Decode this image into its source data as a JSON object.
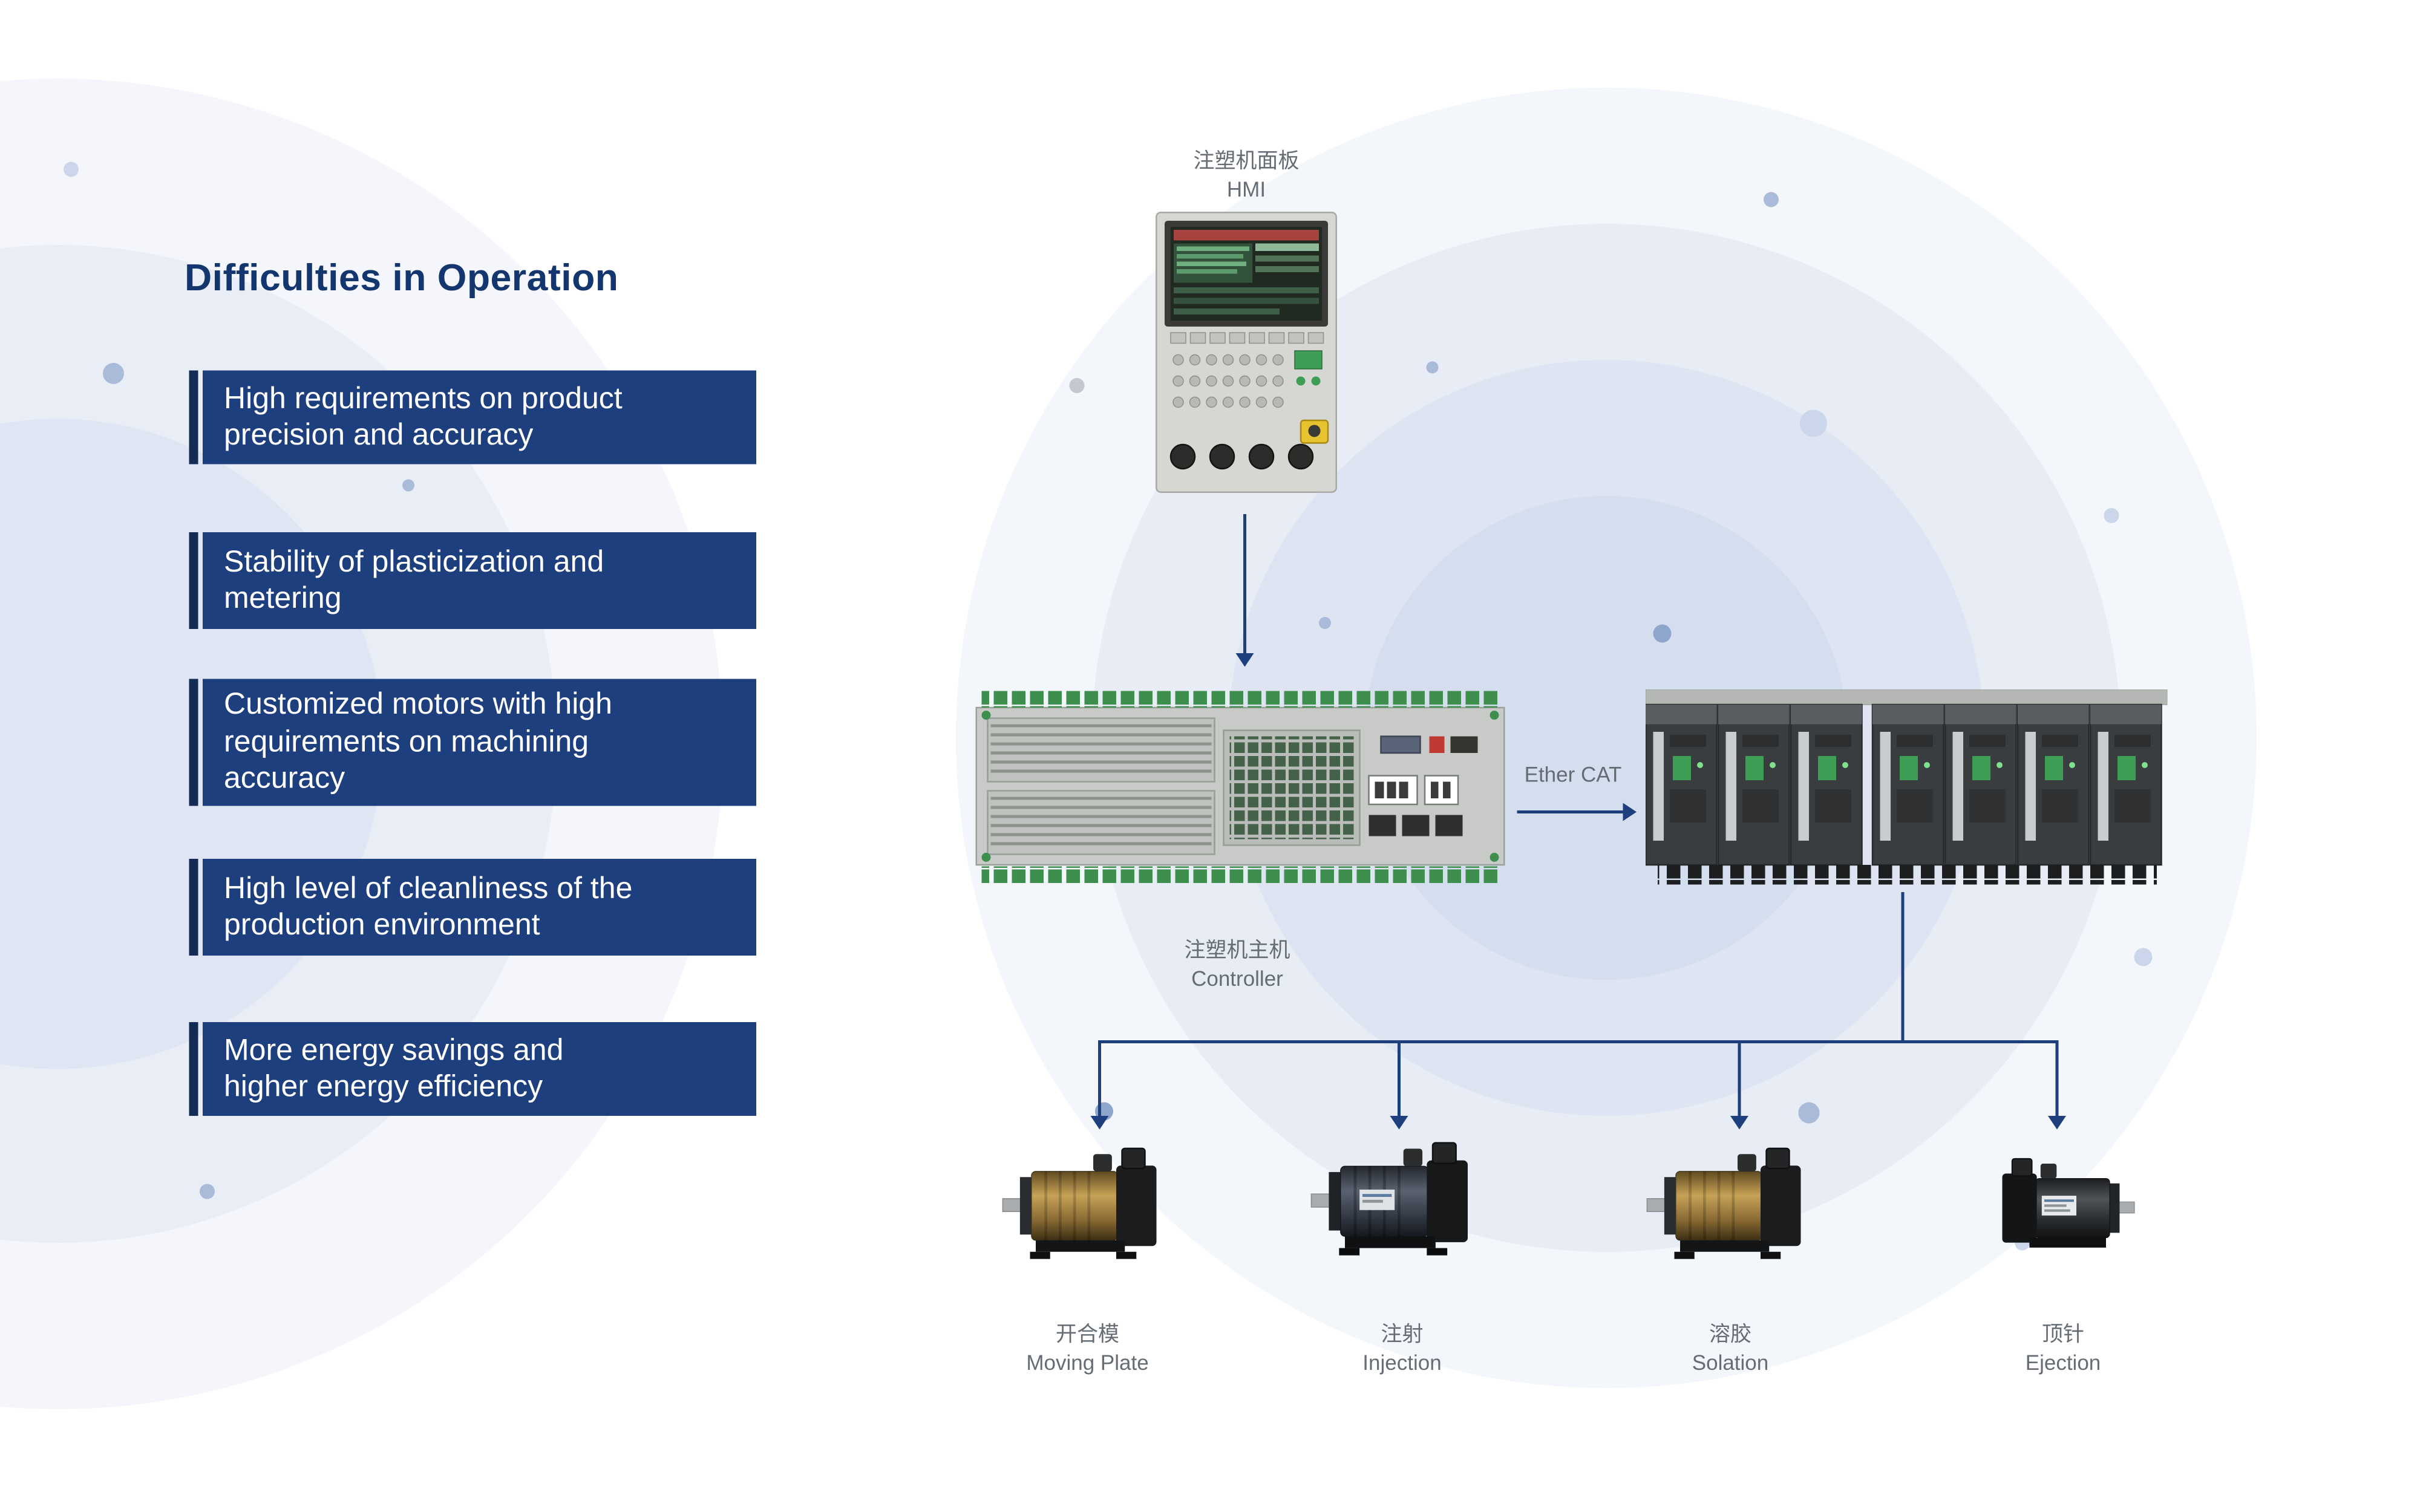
{
  "left_panel": {
    "title": "Difficulties in Operation",
    "items": [
      "High requirements on product precision and accuracy",
      "Stability of plasticization and metering",
      "Customized motors with high requirements on machining accuracy",
      "High level of cleanliness of the production environment",
      "More energy savings and higher energy efficiency"
    ]
  },
  "diagram": {
    "hmi": {
      "label_zh": "注塑机面板",
      "label_en": "HMI"
    },
    "controller": {
      "label_zh": "注塑机主机",
      "label_en": "Controller"
    },
    "bus_label": "Ether CAT",
    "motors": [
      {
        "zh": "开合模",
        "en": "Moving Plate"
      },
      {
        "zh": "注射",
        "en": "Injection"
      },
      {
        "zh": "溶胶",
        "en": "Solation"
      },
      {
        "zh": "顶针",
        "en": "Ejection"
      }
    ]
  },
  "colors": {
    "accent_navy": "#1d3f7d",
    "title_navy": "#14366f",
    "label_gray": "#6e747c",
    "bar_text_white": "#ffffff"
  }
}
